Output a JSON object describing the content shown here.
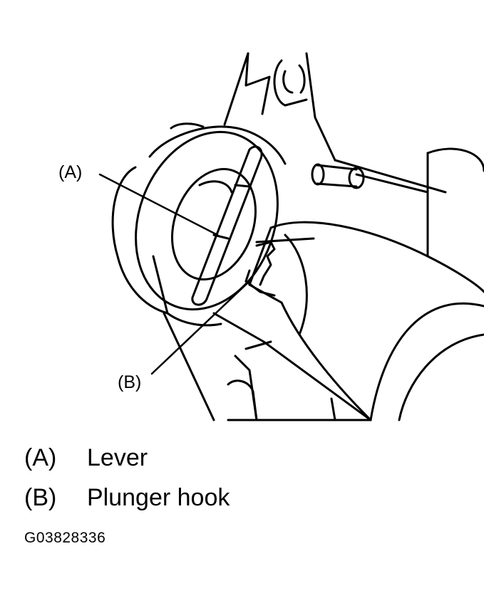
{
  "callouts": {
    "a": "(A)",
    "b": "(B)"
  },
  "legend": [
    {
      "key": "(A)",
      "label": "Lever"
    },
    {
      "key": "(B)",
      "label": "Plunger hook"
    }
  ],
  "figure_id": "G03828336"
}
